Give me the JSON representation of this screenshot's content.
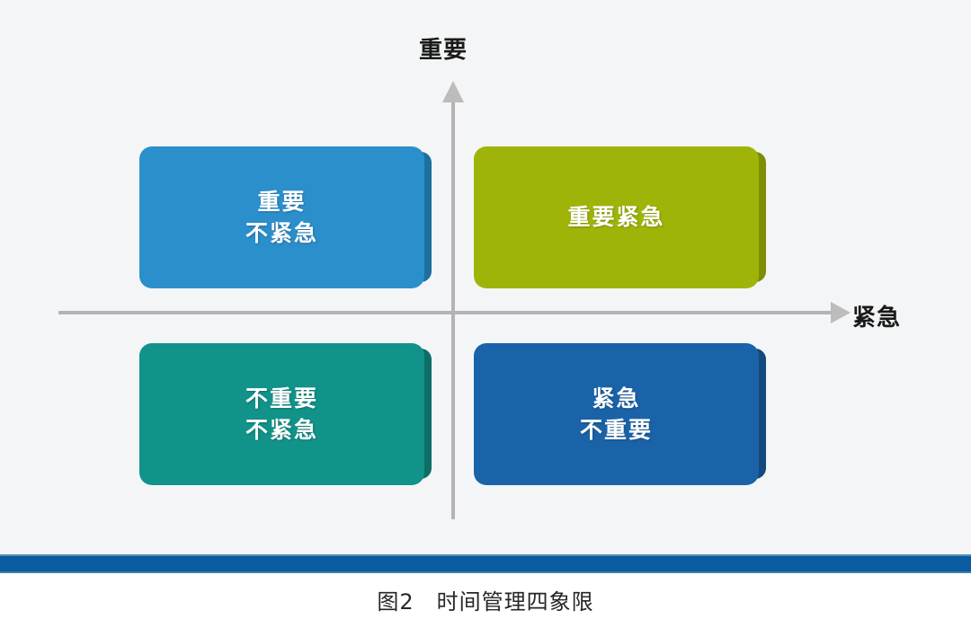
{
  "figure": {
    "caption": "图2　时间管理四象限",
    "background_color": "#f4f5f6",
    "page_background_color": "#ffffff",
    "band_color": "#0a5ba0"
  },
  "axes": {
    "vertical_label": "重要",
    "horizontal_label": "紧急",
    "line_color": "#b3b3b3",
    "arrow_color": "#bcbcbc"
  },
  "quadrants": [
    {
      "id": "important-not-urgent",
      "position": "top-left",
      "lines": [
        "重要",
        "不紧急"
      ],
      "color": "#2b8fcc",
      "edge_color": "#1d6f9f"
    },
    {
      "id": "important-urgent",
      "position": "top-right",
      "lines": [
        "重要紧急"
      ],
      "color": "#9fb408",
      "edge_color": "#7d8e06"
    },
    {
      "id": "not-important-not-urgent",
      "position": "bottom-left",
      "lines": [
        "不重要",
        "不紧急"
      ],
      "color": "#119389",
      "edge_color": "#0b6f68"
    },
    {
      "id": "urgent-not-important",
      "position": "bottom-right",
      "lines": [
        "紧急",
        "不重要"
      ],
      "color": "#1a63a8",
      "edge_color": "#134a7e"
    }
  ]
}
